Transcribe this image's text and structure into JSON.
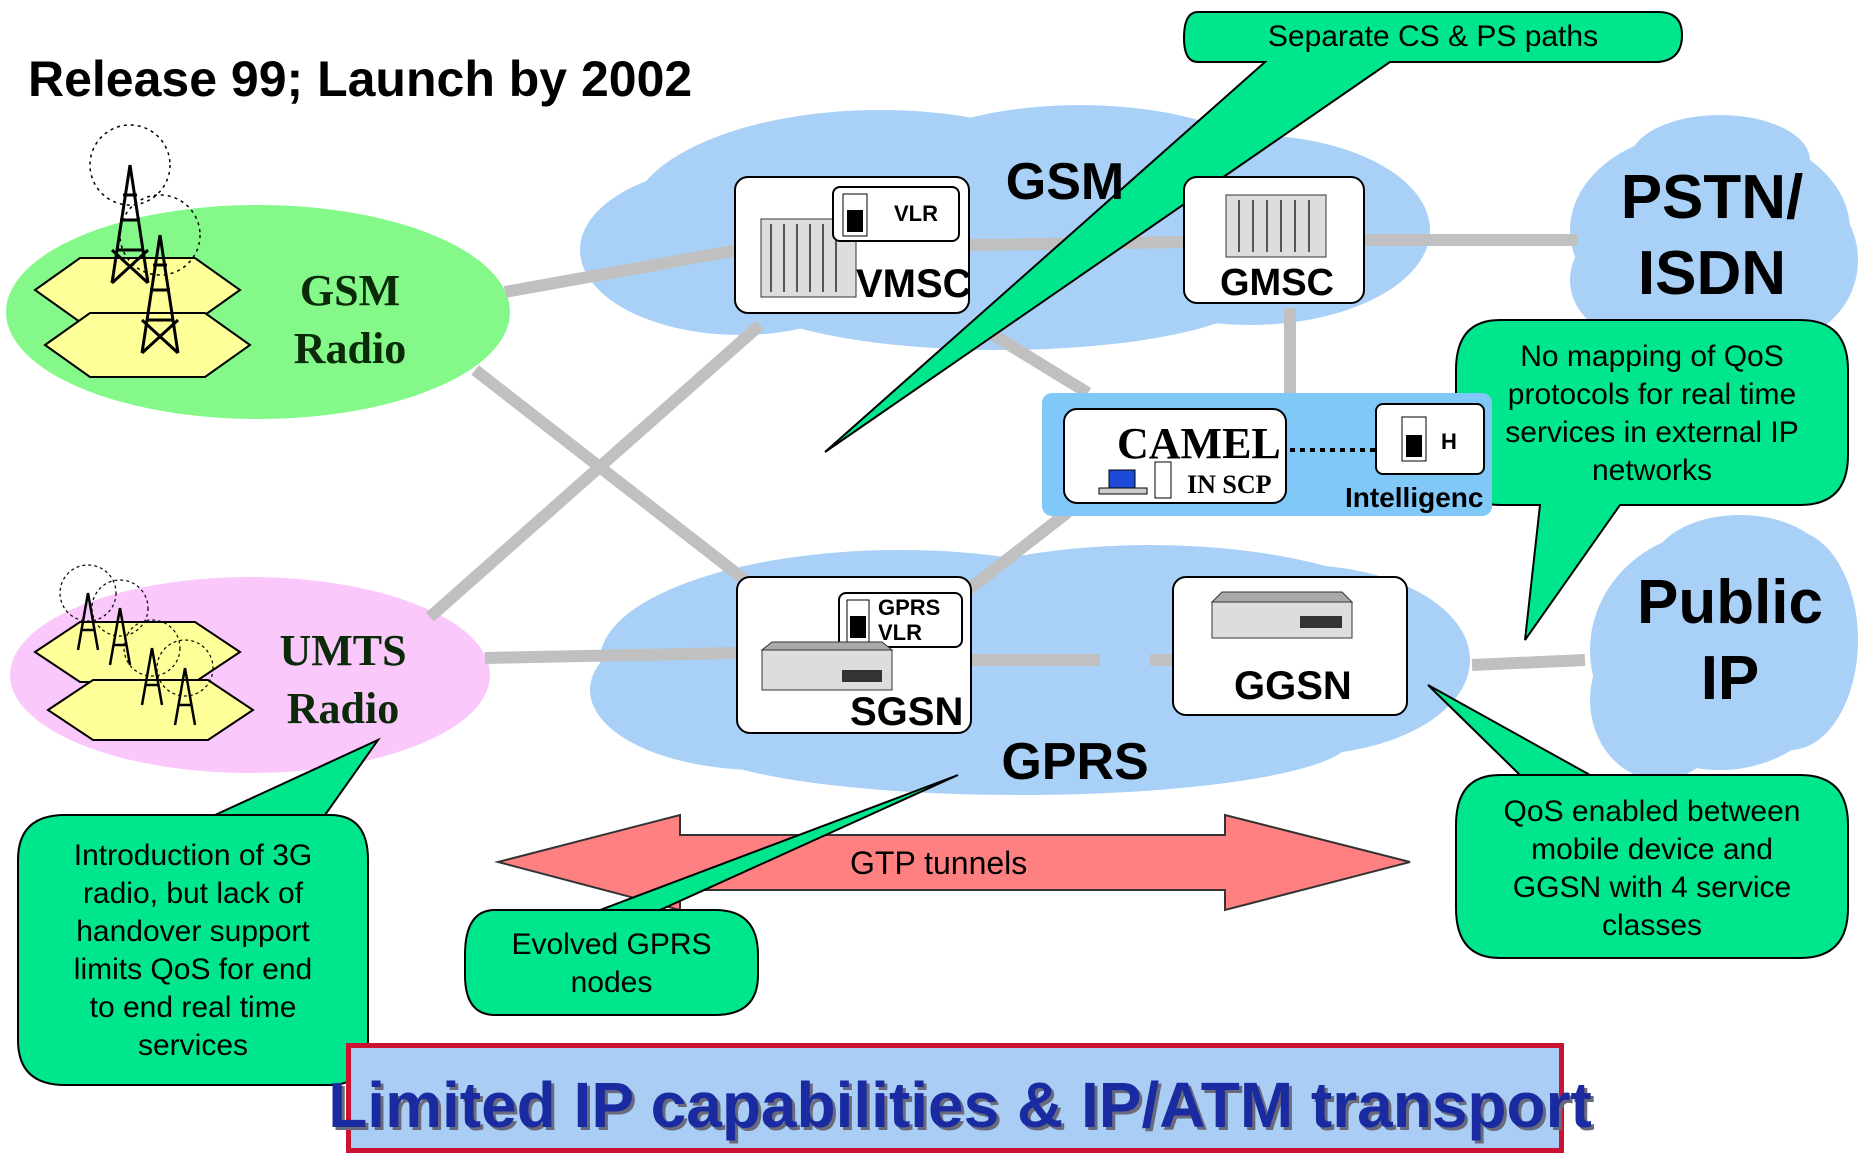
{
  "title": "Release 99; Launch by 2002",
  "radios": {
    "gsm": [
      "GSM",
      "Radio"
    ],
    "umts": [
      "UMTS",
      "Radio"
    ]
  },
  "clouds": {
    "gsm": "GSM",
    "gprs": "GPRS",
    "pstn": [
      "PSTN/",
      "ISDN"
    ],
    "public_ip": [
      "Public",
      "IP"
    ]
  },
  "nodes": {
    "vmsc": "VMSC",
    "vlr": "VLR",
    "gmsc": "GMSC",
    "camel": "CAMEL",
    "in_scp": "IN SCP",
    "hlr_partial": "H",
    "intelligence_partial": "Intelligenc",
    "sgsn": "SGSN",
    "gprs_vlr": [
      "GPRS",
      "VLR"
    ],
    "ggsn": "GGSN"
  },
  "callouts": {
    "separate": "Separate CS & PS paths",
    "qos_mapping": [
      "No mapping of QoS",
      "protocols for real time",
      "services in external IP",
      "networks"
    ],
    "qos_enabled": [
      "QoS enabled between",
      "mobile device and",
      "GGSN with 4 service",
      "classes"
    ],
    "evolved": [
      "Evolved GPRS",
      "nodes"
    ],
    "intro3g": [
      "Introduction of 3G",
      "radio, but lack of",
      "handover support",
      "limits QoS for end",
      "to end real time",
      "services"
    ]
  },
  "gtp_label": "GTP tunnels",
  "bottom_banner": "Limited IP capabilities & IP/ATM transport",
  "colors": {
    "gsm_radio": "#85f88a",
    "umts_radio": "#fbc8fb",
    "cloud": "#a9d1f7",
    "callout": "#00e68c",
    "gtp_arrow": "#ff8080",
    "camel_box": "#7fc8f8",
    "link": "#c0c0c0",
    "banner_fill": "#a9cdf5",
    "banner_border": "#cc1133",
    "banner_text": "#1a2aa0"
  }
}
